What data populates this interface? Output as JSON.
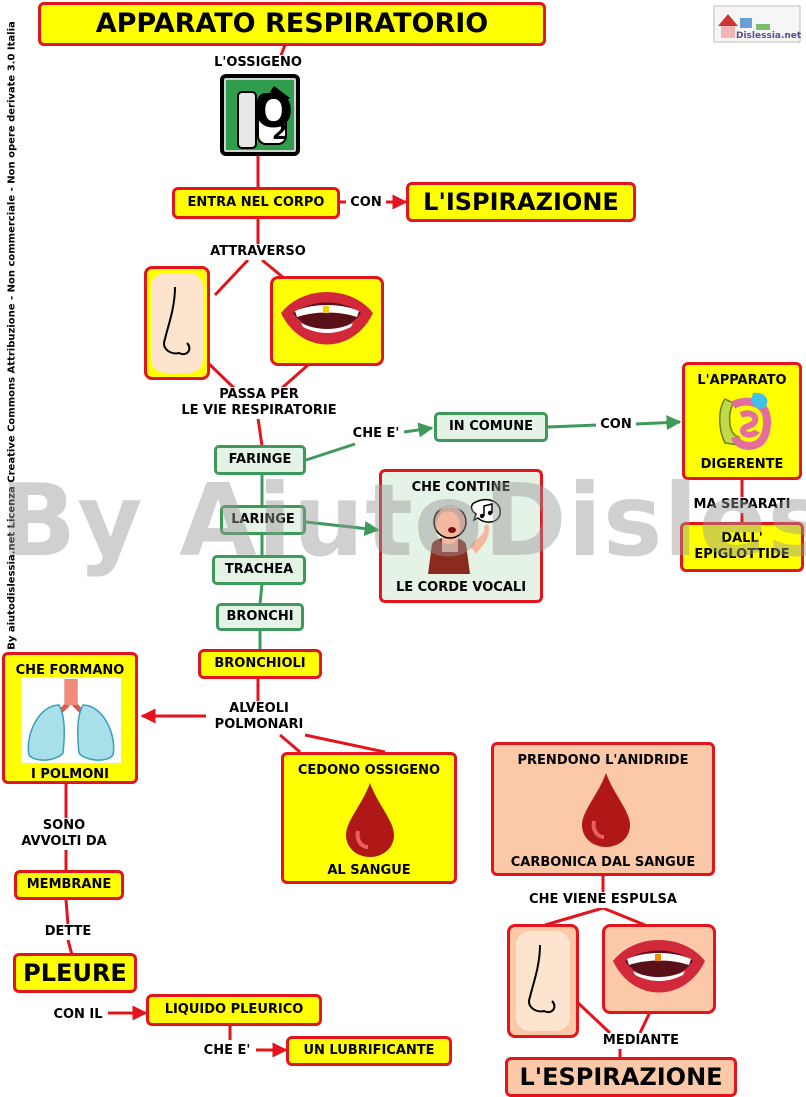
{
  "title": "APPARATO RESPIRATORIO",
  "logo_text": "Dislessia.net",
  "license": "By aiutodislessia.net Licenza Creative Commons Attribuzione - Non commerciale - Non opere derivate 3.0 Italia",
  "watermark": "By AiutoDislessia.net",
  "nodes": {
    "ossigeno": "L'OSSIGENO",
    "o2": "O",
    "o2_sub": "2",
    "entra": "ENTRA NEL CORPO",
    "con1": "CON",
    "ispirazione": "L'ISPIRAZIONE",
    "attraverso": "ATTRAVERSO",
    "passa1": "PASSA PER",
    "passa2": "LE VIE RESPIRATORIE",
    "faringe": "FARINGE",
    "che_e1": "CHE E'",
    "in_comune": "IN COMUNE",
    "con2": "CON",
    "apparato": "L'APPARATO",
    "digerente": "DIGERENTE",
    "ma_separati": "MA SEPARATI",
    "epiglottide1": "DALL'",
    "epiglottide2": "EPIGLOTTIDE",
    "laringe": "LARINGE",
    "che_contine": "CHE CONTINE",
    "corde_vocali": "LE CORDE VOCALI",
    "trachea": "TRACHEA",
    "bronchi": "BRONCHI",
    "bronchioli": "BRONCHIOLI",
    "alveoli1": "ALVEOLI",
    "alveoli2": "POLMONARI",
    "che_formano": "CHE FORMANO",
    "i_polmoni": "I POLMONI",
    "sono1": "SONO",
    "sono2": "AVVOLTI DA",
    "membrane": "MEMBRANE",
    "dette": "DETTE",
    "pleure": "PLEURE",
    "con_il": "CON IL",
    "liquido": "LIQUIDO PLEURICO",
    "che_e2": "CHE E'",
    "lubrificante": "UN LUBRIFICANTE",
    "cedono": "CEDONO OSSIGENO",
    "al_sangue": "AL SANGUE",
    "prendono": "PRENDONO L'ANIDRIDE",
    "carbonica": "CARBONICA DAL SANGUE",
    "che_viene": "CHE VIENE ESPULSA",
    "mediante": "MEDIANTE",
    "espirazione": "L'ESPIRAZIONE"
  },
  "colors": {
    "red": "#e3141c",
    "yellow": "#ffff00",
    "green_border": "#3d9a5a",
    "green_fill": "#e4f3e6",
    "salmon": "#fcc9a8"
  },
  "icons": [
    "oxygen-tank-icon",
    "nose-icon",
    "mouth-icon",
    "intestine-icon",
    "singer-icon",
    "lungs-icon",
    "blood-drop-icon"
  ]
}
